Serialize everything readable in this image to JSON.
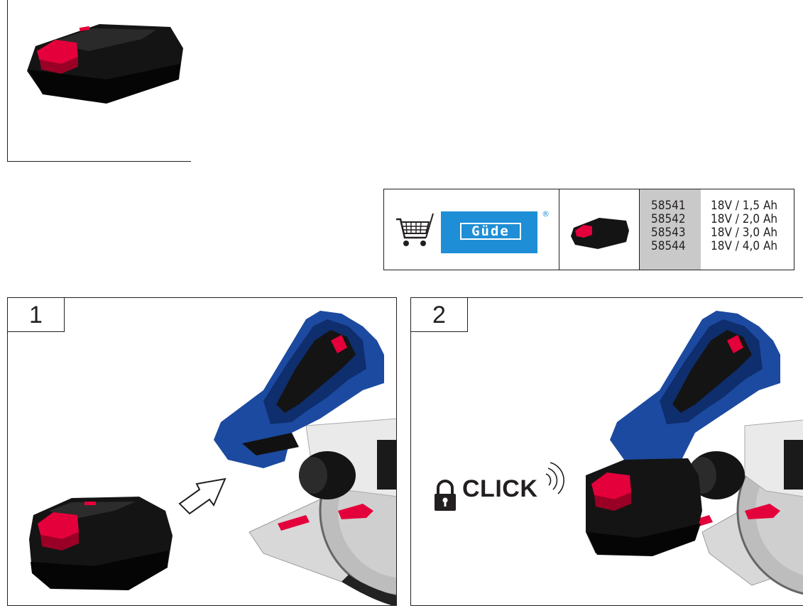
{
  "order_table": {
    "brand": "Güde",
    "registered": "®",
    "rows": [
      {
        "code": "58541",
        "spec": "18V / 1,5 Ah"
      },
      {
        "code": "58542",
        "spec": "18V / 2,0 Ah"
      },
      {
        "code": "58543",
        "spec": "18V / 3,0 Ah"
      },
      {
        "code": "58544",
        "spec": "18V / 4,0 Ah"
      }
    ]
  },
  "figures": [
    {
      "number": "1"
    },
    {
      "number": "2",
      "label": "CLICK"
    }
  ],
  "colors": {
    "brand_blue": "#1e8fd6",
    "battery_red": "#e4003a",
    "tool_blue": "#1c4aa0",
    "code_column_gray": "#c9c9c9"
  }
}
